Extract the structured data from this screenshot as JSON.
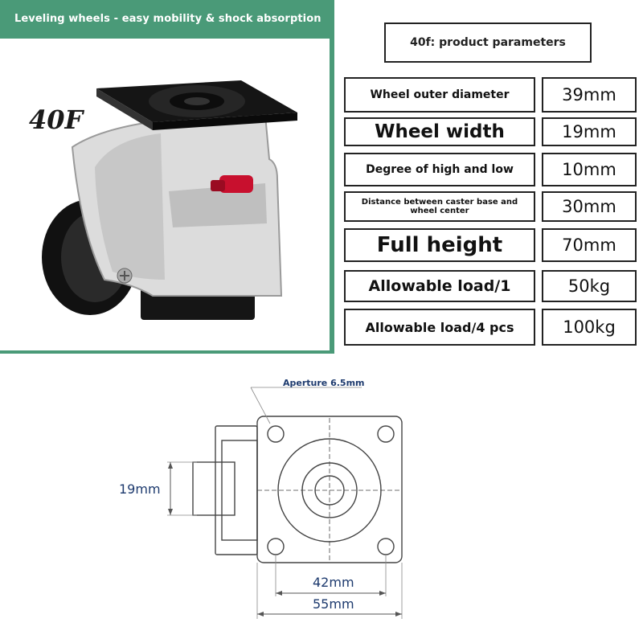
{
  "banner": "Leveling wheels - easy mobility & shock absorption",
  "product_model": "40F",
  "params_title": "40f: product parameters",
  "params": [
    {
      "label": "Wheel outer diameter",
      "value": "39mm"
    },
    {
      "label": "Wheel width",
      "value": "19mm"
    },
    {
      "label": "Degree of high and low",
      "value": "10mm"
    },
    {
      "label": "Distance between caster base and wheel center",
      "value": "30mm"
    },
    {
      "label": "Full height",
      "value": "70mm"
    },
    {
      "label": "Allowable load/1",
      "value": "50kg"
    },
    {
      "label": "Allowable load/4 pcs",
      "value": "100kg"
    }
  ],
  "drawing": {
    "aperture": "Aperture 6.5mm",
    "wheel_width": "19mm",
    "hole_spacing": "42mm",
    "plate_width": "55mm"
  },
  "colors": {
    "banner_bg": "#4a9a78",
    "dimension_text": "#1d3a6e",
    "stopper_red": "#c8102e"
  }
}
